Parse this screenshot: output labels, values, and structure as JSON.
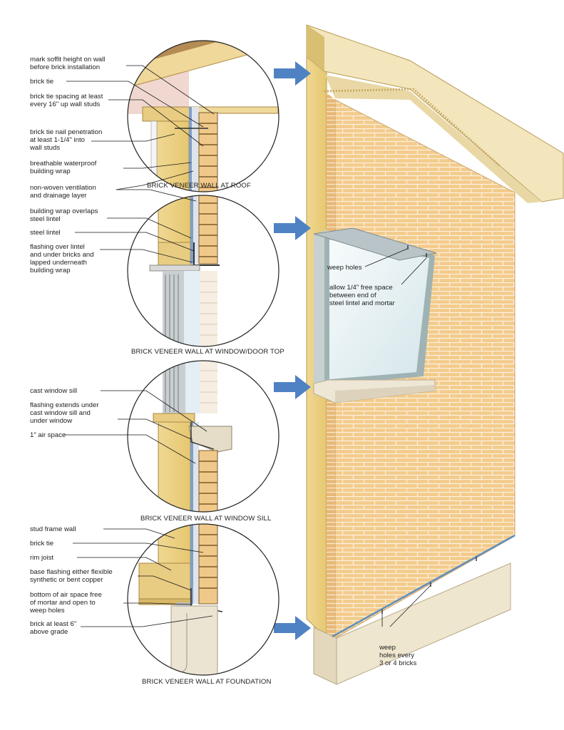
{
  "colors": {
    "brick": "#f0c98a",
    "mortar": "#fbf0dc",
    "wood": "#f2dfa2",
    "concrete": "#efe5cf",
    "glass": "#e6f0f2",
    "arrow": "#4f82c3",
    "leader": "#1a1a1a"
  },
  "details": {
    "roof": {
      "title": "BRICK VENEER WALL AT ROOF",
      "labels": [
        "mark soffit height on wall\nbefore brick installation",
        "brick tie",
        "brick tie spacing at least\nevery 16\" up wall studs",
        "brick tie nail penetration\nat least 1-1/4\" into\nwall studs",
        "breathable waterproof\nbuilding wrap",
        "non-woven ventilation\nand drainage layer"
      ]
    },
    "window_top": {
      "title": "BRICK VENEER WALL AT WINDOW/DOOR TOP",
      "labels": [
        "building wrap overlaps\nsteel lintel",
        "steel lintel",
        "flashing over lintel\nand under bricks and\nlapped underneath\nbuilding wrap"
      ]
    },
    "window_sill": {
      "title": "BRICK VENEER WALL AT WINDOW SILL",
      "labels": [
        "cast window sill",
        "flashing extends under\ncast window sill and\nunder window",
        "1\" air space"
      ]
    },
    "foundation": {
      "title": "BRICK VENEER WALL AT FOUNDATION",
      "labels": [
        "stud frame wall",
        "brick tie",
        "rim joist",
        "base flashing either flexible\nsynthetic or bent copper",
        "bottom of air space free\nof mortar and open to\nweep holes",
        "brick at least 6\"\nabove grade"
      ]
    }
  },
  "wall_labels": {
    "weep_holes": "weep holes",
    "free_space": "allow 1/4\" free space\nbetween end of\nsteel lintel and mortar",
    "weep_every": "weep\nholes every\n3 or 4 bricks"
  }
}
